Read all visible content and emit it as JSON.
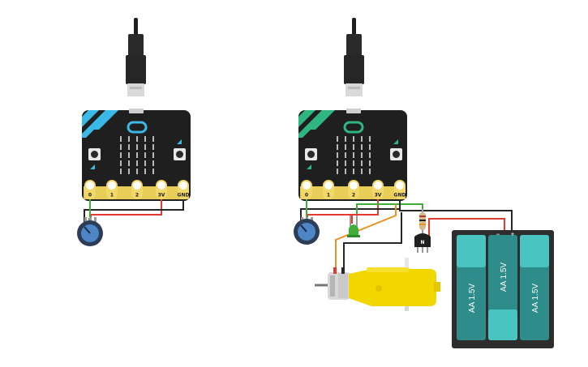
{
  "boards": [
    {
      "pins": [
        "0",
        "1",
        "2",
        "3V",
        "GND"
      ],
      "accent": "#3ab8e6"
    },
    {
      "pins": [
        "0",
        "1",
        "2",
        "3V",
        "GND"
      ],
      "accent": "#2fb57f"
    }
  ],
  "transistor": {
    "label": "N"
  },
  "battery": {
    "cells": [
      "AA 1.5V",
      "AA 1.5V",
      "AA 1.5V"
    ],
    "minus": "−",
    "plus": "+"
  },
  "colors": {
    "board": "#1f1f1f",
    "pad": "#e8cd58",
    "led_matrix": "#b9b9b9",
    "wire_red": "#e43a2f",
    "wire_black": "#262626",
    "wire_green": "#3fae3b",
    "wire_orange": "#e8931f",
    "battery_case": "#2d2d2d",
    "battery_cell": "#2e8c8a",
    "motor_yellow": "#f2d600",
    "pot_blue": "#4c86c7"
  }
}
